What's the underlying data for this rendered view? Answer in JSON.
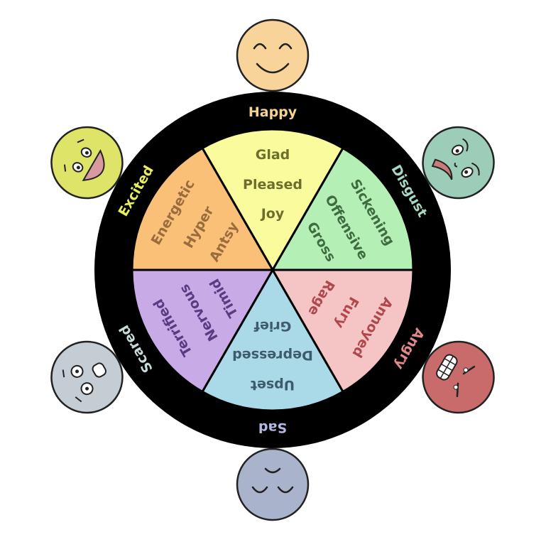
{
  "title": "Emotion Wheel",
  "sectors": [
    {
      "label": "Happy",
      "label_color": "#f8d38c",
      "fill": "#f9fb9c",
      "text_color": "#6e6e2c",
      "face_color": "#f8d49a",
      "expression": "happy",
      "words": [
        "Glad",
        "Pleased",
        "Joy"
      ]
    },
    {
      "label": "Disgust",
      "label_color": "#a6d8c2",
      "fill": "#b4f0b6",
      "text_color": "#3f6b40",
      "face_color": "#9ccdb8",
      "expression": "disgust",
      "words": [
        "Sickening",
        "Offensive",
        "Gross"
      ]
    },
    {
      "label": "Angry",
      "label_color": "#e08a8a",
      "fill": "#f5c5c5",
      "text_color": "#b0474c",
      "face_color": "#c96b6b",
      "expression": "angry",
      "words": [
        "Annoyed",
        "Fury",
        "Rage"
      ]
    },
    {
      "label": "Sad",
      "label_color": "#b4b9e2",
      "fill": "#aad9e7",
      "text_color": "#3e5b6c",
      "face_color": "#a9b3cc",
      "expression": "sad",
      "words": [
        "Upset",
        "Depressed",
        "Grief"
      ]
    },
    {
      "label": "Scared",
      "label_color": "#c9dadb",
      "fill": "#c8aae7",
      "text_color": "#5a3b82",
      "face_color": "#c4cdd3",
      "expression": "scared",
      "words": [
        "Terrified",
        "Nervous",
        "Timid"
      ]
    },
    {
      "label": "Excited",
      "label_color": "#e8ef5c",
      "fill": "#fbc077",
      "text_color": "#9a6b3c",
      "face_color": "#dde467",
      "expression": "excited",
      "words": [
        "Energetic",
        "Hyper",
        "Antsy"
      ]
    }
  ]
}
